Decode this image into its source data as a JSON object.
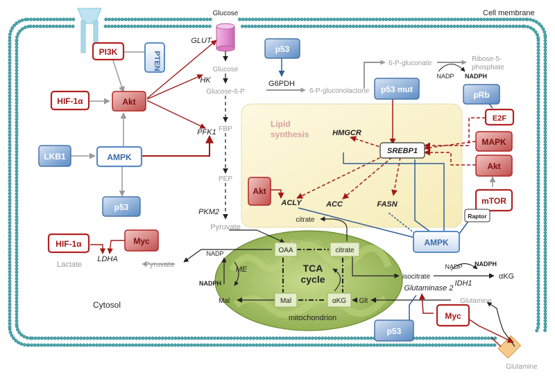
{
  "membrane_label": "Cell membrane",
  "cytosol_label": "Cytosol",
  "mito_label": "mitochondrion",
  "lipid_label_line1": "Lipid",
  "lipid_label_line2": "synthesis",
  "tca_line1": "TCA",
  "tca_line2": "cycle",
  "colors": {
    "red_fill": "#c0504d",
    "red_border": "#b22222",
    "blue_fill": "#5b8bc4",
    "blue_border": "#4a73a8",
    "membrane": "#4aa3a8",
    "mito": "#8db04a",
    "lipid_bg": "#fbf5d6",
    "transporter": "#e39ad0"
  },
  "regulators": {
    "pi3k": "PI3K",
    "pten": "PTEN",
    "hif1a_top": "HIF-1α",
    "akt_main": "Akt",
    "lkb1": "LKB1",
    "ampk_left": "AMPK",
    "p53_left": "p53",
    "hif1a_bottom": "HIF-1α",
    "myc_left": "Myc",
    "p53_top": "p53",
    "p53_mut": "p53 mut",
    "prb": "pRb",
    "e2f": "E2F",
    "mapk": "MAPK",
    "akt_right": "Akt",
    "mtor": "mTOR",
    "raptor": "Raptor",
    "akt_lipid": "Akt",
    "ampk_right": "AMPK",
    "p53_bottom": "p53",
    "myc_bottom": "Myc"
  },
  "metabolites": {
    "glucose_out": "Glucose",
    "glucose_in": "Glucose",
    "g6p": "Glucose-6-P",
    "fbp": "FBP",
    "pep": "PEP",
    "pyruvate": "Pyruvate",
    "pyruvate_left": "Pyruvate",
    "lactate": "Lactate",
    "pgl": "6-P-gluconolactone",
    "pgluconate": "6-P-gluconate",
    "ribose": "Ribose-5-",
    "ribose2": "phosphate",
    "citrate_cyto": "citrate",
    "acetylcoa": "Acetyl-CoA",
    "oaa": "OAA",
    "citrate_mito": "citrate",
    "isocitrate": "isocitrate",
    "akg_mito": "αKG",
    "akg_out": "αKG",
    "mal_mito": "Mal",
    "mal_cyto": "Mal",
    "glt": "Glt",
    "glutamine_in": "Glutamine",
    "glutamine_out": "Glutamine",
    "nadp1": "NADP",
    "nadph1": "NADPH",
    "nadp2": "NADP",
    "nadph2": "NADPH",
    "nadp3": "NADP",
    "nadph3": "NADPH"
  },
  "enzymes": {
    "glut": "GLUT",
    "hk": "HK",
    "pfk1": "PFK1",
    "pkm2": "PKM2",
    "ldha": "LDHA",
    "g6pdh": "G6PDH",
    "me": "ME",
    "idh1": "IDH1",
    "glutaminase": "Glutaminase 2",
    "hmgcr": "HMGCR",
    "srebp1": "SREBP1",
    "acly": "ACLY",
    "acc": "ACC",
    "fasn": "FASN"
  }
}
